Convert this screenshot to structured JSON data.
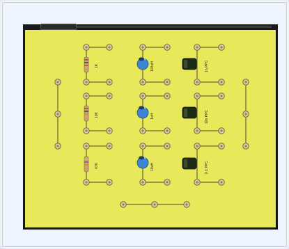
{
  "colors": {
    "background": "#eef4fd",
    "board": "#e7e85a",
    "board_border": "#141414",
    "wire": "#4a4a2a",
    "pin": "#d9d2a0",
    "electrolytic_cap": "#3e86d4",
    "film_cap": "#1f2a14"
  },
  "components": {
    "resistors": [
      {
        "label": "1K",
        "icon": "resistor-icon"
      },
      {
        "label": "10K",
        "icon": "resistor-icon"
      },
      {
        "label": "47K",
        "icon": "resistor-icon"
      }
    ],
    "electrolytic_capacitors": [
      {
        "label": "100uH",
        "icon": "electrolytic-capacitor-icon"
      },
      {
        "label": "1uH",
        "icon": "electrolytic-capacitor-icon"
      },
      {
        "label": "10uH",
        "icon": "electrolytic-capacitor-icon"
      }
    ],
    "film_capacitors": [
      {
        "label": "1n PPC",
        "icon": "film-capacitor-icon"
      },
      {
        "label": "10n PPC",
        "icon": "film-capacitor-icon"
      },
      {
        "label": "0.1 PPC",
        "icon": "film-capacitor-icon"
      }
    ]
  }
}
